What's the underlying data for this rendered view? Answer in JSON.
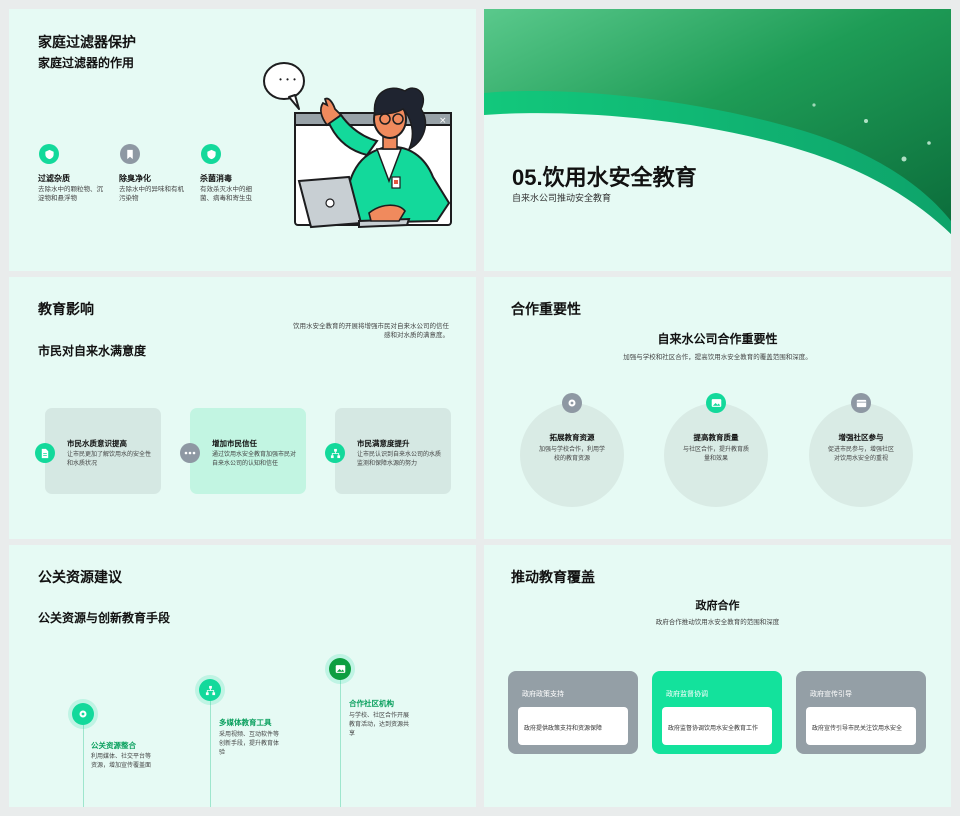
{
  "slide1": {
    "title": "家庭过滤器保护",
    "subtitle": "家庭过滤器的作用",
    "features": [
      {
        "title": "过滤杂质",
        "desc": "去除水中的颗粒物、沉淀物和悬浮物",
        "icon": "shield-icon",
        "color": "#13d99b"
      },
      {
        "title": "除臭净化",
        "desc": "去除水中的异味和有机污染物",
        "icon": "bookmark-icon",
        "color": "#8e98a3"
      },
      {
        "title": "杀菌消毒",
        "desc": "有效杀灭水中的细菌、病毒和寄生虫",
        "icon": "shield-icon",
        "color": "#13d99b"
      }
    ],
    "speech_glyph": "• • •"
  },
  "slide2": {
    "title": "05.饮用水安全教育",
    "subtitle": "自来水公司推动安全教育"
  },
  "slide3": {
    "title": "教育影响",
    "subtitle": "市民对自来水满意度",
    "note": "饮用水安全教育的开展将增强市民对自来水公司的信任感和对水质的满意度。",
    "cards": [
      {
        "title": "市民水质意识提高",
        "desc": "让市民更加了解饮用水的安全性和水质状况",
        "icon": "document-icon"
      },
      {
        "title": "增加市民信任",
        "desc": "通过饮用水安全教育加强市民对自来水公司的认知和信任",
        "icon": "dots-icon"
      },
      {
        "title": "市民满意度提升",
        "desc": "让市民认识到自来水公司的水质监测和保障水源的努力",
        "icon": "network-icon"
      }
    ]
  },
  "slide4": {
    "title": "合作重要性",
    "subtitle": "自来水公司合作重要性",
    "note": "加强与学校和社区合作，提高饮用水安全教育的覆盖范围和深度。",
    "items": [
      {
        "title": "拓展教育资源",
        "desc": "加强与学校合作，利用学校的教育资源",
        "icon": "location-icon"
      },
      {
        "title": "提高教育质量",
        "desc": "与社区合作，提升教育质量和效果",
        "icon": "image-icon"
      },
      {
        "title": "增强社区参与",
        "desc": "促进市民参与，增强社区对饮用水安全的重视",
        "icon": "wallet-icon"
      }
    ]
  },
  "slide5": {
    "title": "公关资源建议",
    "subtitle": "公关资源与创新教育手段",
    "steps": [
      {
        "title": "公关资源整合",
        "desc": "利用媒体、社交平台等资源，增加宣传覆盖面",
        "icon": "location-icon"
      },
      {
        "title": "多媒体教育工具",
        "desc": "采用视频、互动软件等创新手段，提升教育体验",
        "icon": "network-icon"
      },
      {
        "title": "合作社区机构",
        "desc": "与学校、社区合作开展教育活动，达到资源共享",
        "icon": "image-icon"
      }
    ]
  },
  "slide6": {
    "title": "推动教育覆盖",
    "subtitle": "政府合作",
    "note": "政府合作推动饮用水安全教育的范围和深度",
    "cards": [
      {
        "title": "政府政策支持",
        "desc": "政府提供政策支持和资源保障"
      },
      {
        "title": "政府监督协调",
        "desc": "政府监督协调饮用水安全教育工作"
      },
      {
        "title": "政府宣传引导",
        "desc": "政府宣传引导市民关注饮用水安全"
      }
    ]
  }
}
